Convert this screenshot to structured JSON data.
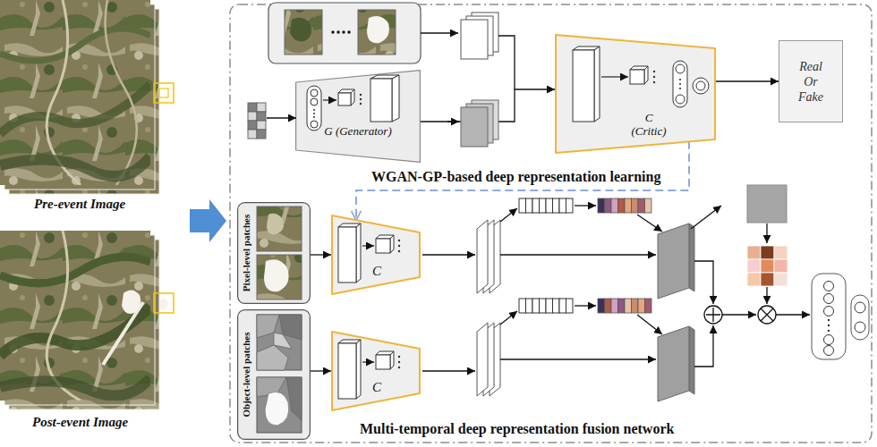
{
  "diagram": {
    "nodes": [
      {
        "text": [
          "Pre-event Image"
        ]
      },
      {
        "text": [
          "Post-event Image"
        ]
      },
      {
        "text": [
          "G (Generator)"
        ]
      },
      {
        "text": [
          "C (Critic)"
        ]
      },
      {
        "text": [
          "Real Or Fake"
        ]
      },
      {
        "text": [
          "Pixel-level patches"
        ]
      },
      {
        "text": [
          "C"
        ]
      },
      {
        "text": [
          "Object-level patches"
        ]
      },
      {
        "text": [
          "C"
        ]
      }
    ],
    "edges": [
      {
        "from": 2,
        "to": 3,
        "arrow": "to"
      },
      {
        "from": 3,
        "to": 4,
        "arrow": "to"
      },
      {
        "from": 3,
        "to": 6,
        "arrow": "to"
      },
      {
        "from": 5,
        "to": 6,
        "arrow": "to"
      },
      {
        "from": 7,
        "to": 8,
        "arrow": "to"
      }
    ],
    "labels": [
      "WGAN-GP-based deep representation learning",
      "Multi-temporal deep representation fusion network"
    ]
  }
}
